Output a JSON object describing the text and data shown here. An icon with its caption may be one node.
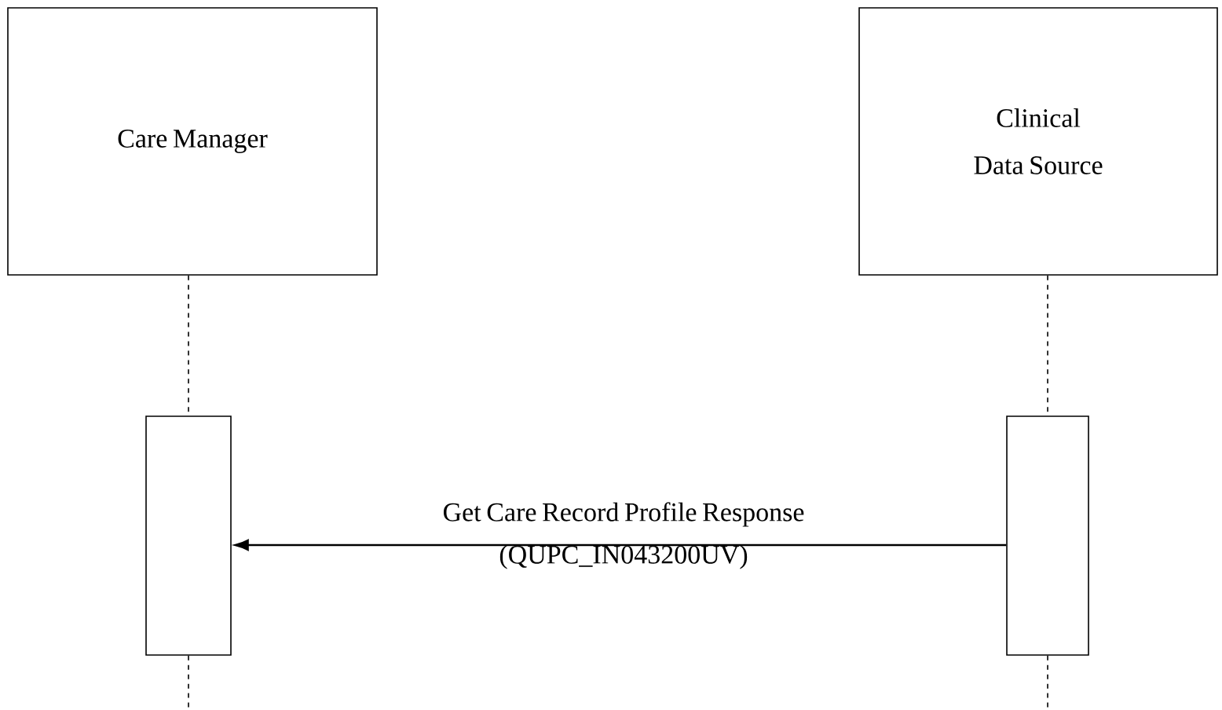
{
  "diagram": {
    "nodes": [
      {
        "text": [
          "Care Manager"
        ]
      },
      {
        "text": [
          "Clinical Data Source"
        ]
      },
      {
        "text": [],
        "shape": "bar"
      },
      {
        "text": [],
        "shape": "bar"
      }
    ],
    "edges": [
      {
        "from": 0,
        "to": 2,
        "arrow": "none",
        "style": "dashed"
      },
      {
        "from": 2,
        "to": null,
        "arrow": "none",
        "style": "dashed"
      },
      {
        "from": 1,
        "to": 3,
        "arrow": "none",
        "style": "dashed"
      },
      {
        "from": 3,
        "to": null,
        "arrow": "none",
        "style": "dashed"
      },
      {
        "from": 3,
        "to": 2,
        "arrow": "to",
        "label": "Get Care Record Profile Response (QUPC_IN043200UV)"
      }
    ]
  }
}
